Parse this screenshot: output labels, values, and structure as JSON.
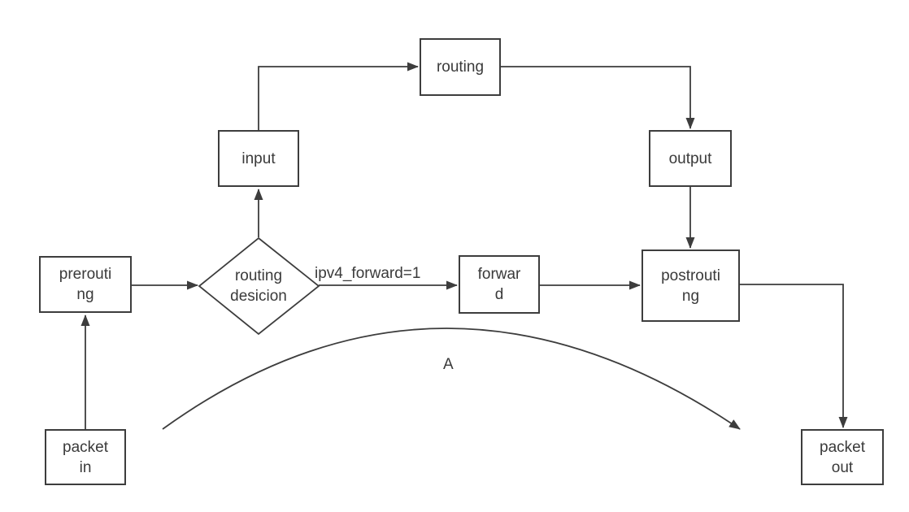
{
  "diagram": {
    "colors": {
      "line": "#3d3d3d",
      "text": "#3a3a3a",
      "node_background": "#ffffff",
      "page_background": "#ffffff"
    },
    "nodes": {
      "packet_in": {
        "label": "packet\nin",
        "shape": "rect"
      },
      "prerouting": {
        "label": "prerouti\nng",
        "shape": "rect"
      },
      "routing_decision": {
        "label": "routing\ndesicion",
        "shape": "diamond"
      },
      "input": {
        "label": "input",
        "shape": "rect"
      },
      "routing": {
        "label": "routing",
        "shape": "rect"
      },
      "output": {
        "label": "output",
        "shape": "rect"
      },
      "forward": {
        "label": "forwar\nd",
        "shape": "rect"
      },
      "postrouting": {
        "label": "postrouti\nng",
        "shape": "rect"
      },
      "packet_out": {
        "label": "packet\nout",
        "shape": "rect"
      }
    },
    "edge_labels": {
      "forward_condition": "ipv4_forward=1",
      "arc_label": "A"
    },
    "edges": [
      {
        "from": "packet_in",
        "to": "prerouting",
        "label": ""
      },
      {
        "from": "prerouting",
        "to": "routing_decision",
        "label": ""
      },
      {
        "from": "routing_decision",
        "to": "input",
        "label": ""
      },
      {
        "from": "routing_decision",
        "to": "forward",
        "label": "ipv4_forward=1"
      },
      {
        "from": "input",
        "to": "routing",
        "label": ""
      },
      {
        "from": "routing",
        "to": "output",
        "label": ""
      },
      {
        "from": "output",
        "to": "postrouting",
        "label": ""
      },
      {
        "from": "forward",
        "to": "postrouting",
        "label": ""
      },
      {
        "from": "postrouting",
        "to": "packet_out",
        "label": ""
      },
      {
        "from": "packet_in_area",
        "to": "postrouting_area",
        "label": "A",
        "style": "curved"
      }
    ]
  }
}
